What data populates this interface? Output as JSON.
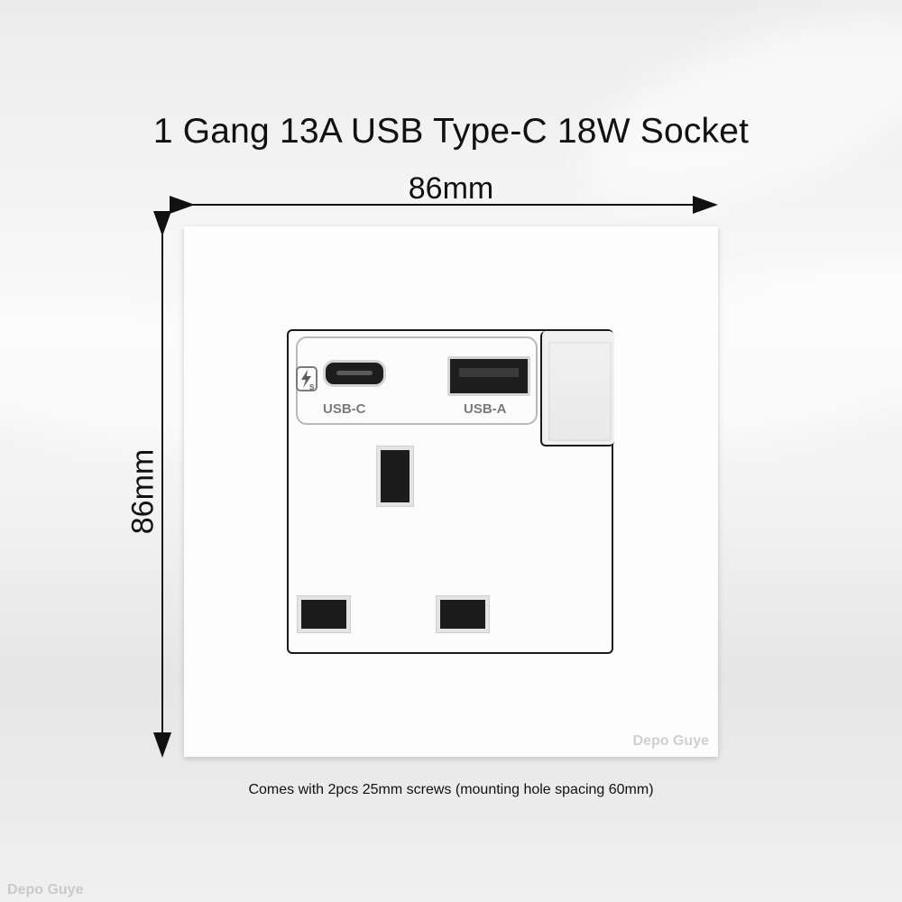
{
  "title": "1 Gang 13A USB Type-C 18W Socket",
  "dimensions": {
    "width_label": "86mm",
    "height_label": "86mm"
  },
  "usb": {
    "usbc_label": "USB-C",
    "usba_label": "USB-A"
  },
  "note": "Comes with 2pcs 25mm screws (mounting hole spacing 60mm)",
  "watermark": "Depo Guye",
  "icons": [
    "fast-charge-bolt-icon",
    "usb-c-port",
    "usb-a-port",
    "rocker-switch"
  ],
  "colors": {
    "plate": "#fdfdfd",
    "outline": "#1a1a1a",
    "pin": "#1c1c1c",
    "usb_label": "#7a7a7a"
  }
}
